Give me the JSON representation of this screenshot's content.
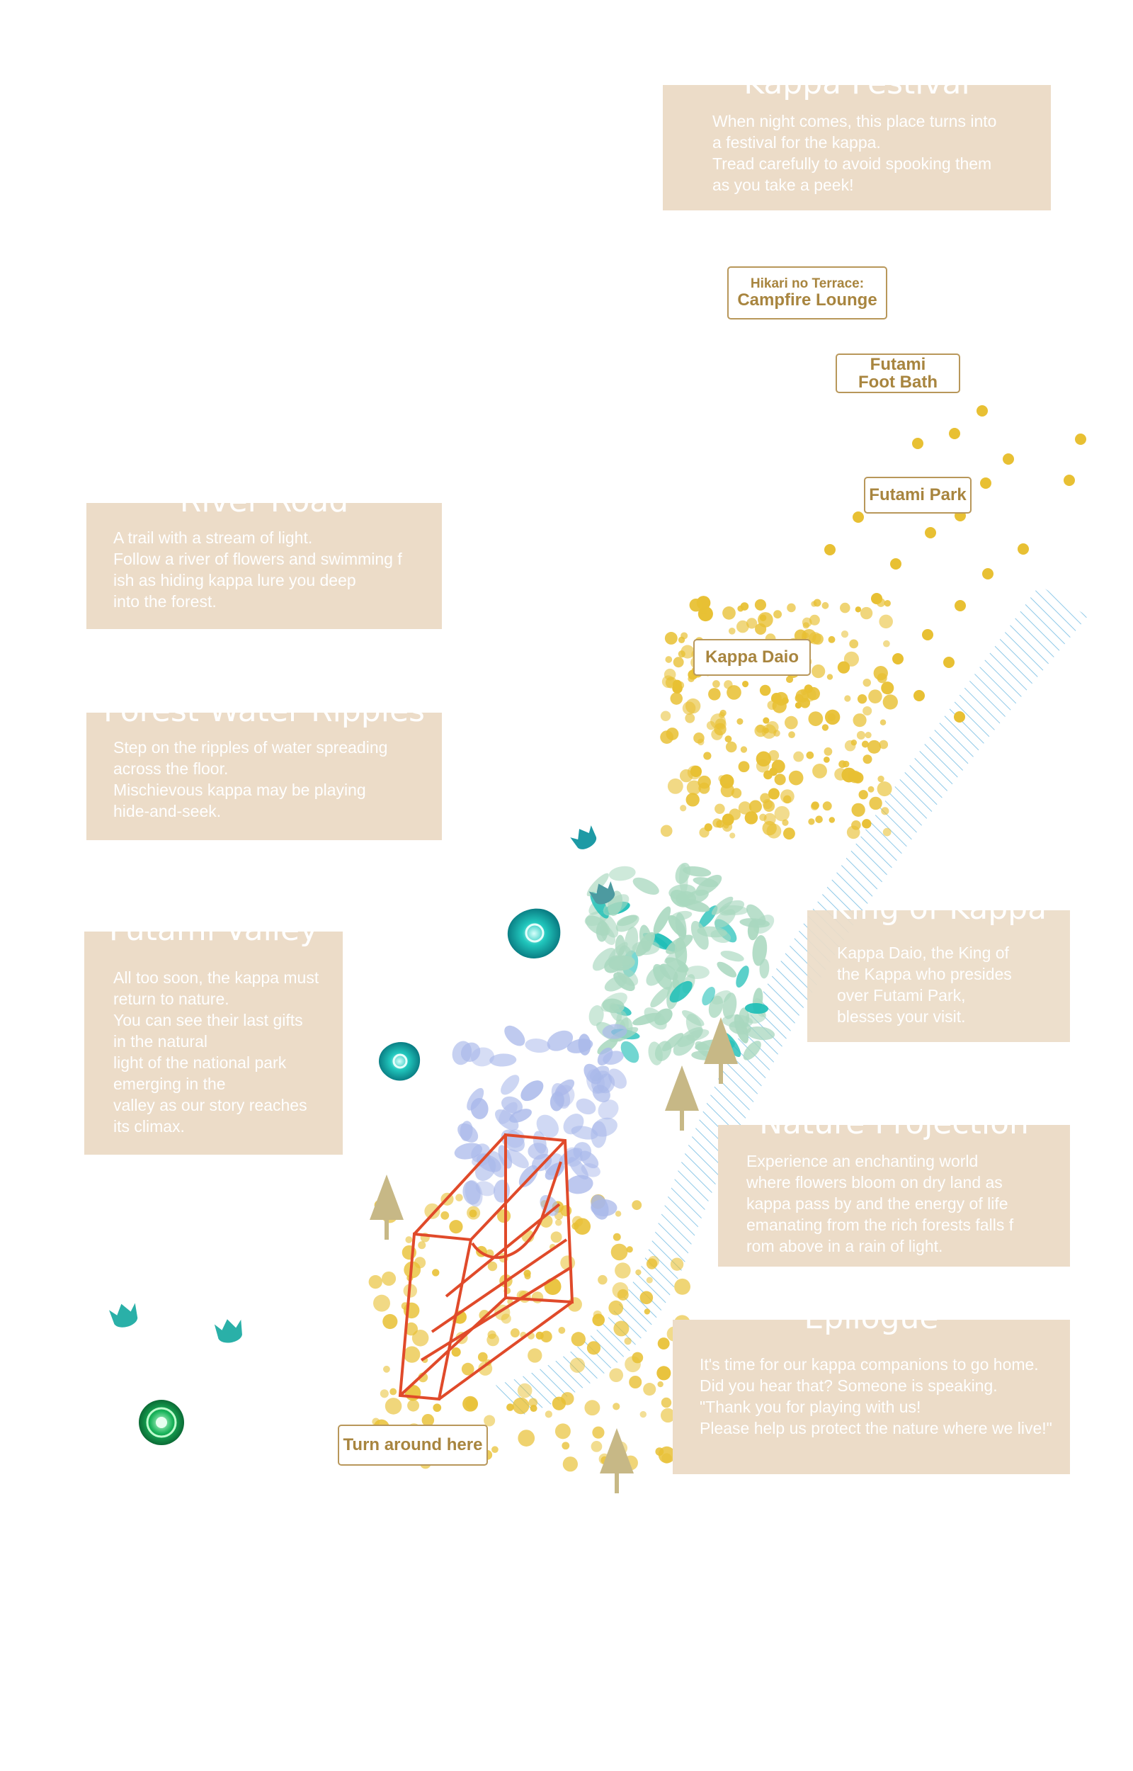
{
  "cards": {
    "kappa_festival": {
      "title": "Kappa Festival",
      "body": "When night comes, this place turns into\na festival for the kappa.\nTread carefully to avoid spooking them\nas you take a peek!"
    },
    "river_road": {
      "title": "River Road",
      "body": "A trail with a stream of light.\nFollow a river of flowers and swimming f\nish as hiding kappa lure you deep\ninto the forest."
    },
    "forest_water_ripples": {
      "title": "Forest Water Ripples",
      "body": "Step on the ripples of water spreading\nacross the floor.\nMischievous kappa may be playing\nhide-and-seek."
    },
    "futami_valley": {
      "title": "Futami Valley",
      "body": "All too soon, the kappa must\nreturn to nature.\nYou can see their last gifts\nin the natural\nlight of the national park\nemerging in the\nvalley as our story reaches\nits climax."
    },
    "king_of_kappa": {
      "title": "King of Kappa",
      "body": "Kappa Daio, the King of\nthe Kappa who presides\nover Futami Park,\nblesses your visit."
    },
    "nature_projection": {
      "title": "Nature Projection",
      "body": "Experience an enchanting world\nwhere flowers bloom on dry land as\nkappa pass by and the energy of life\nemanating from the rich forests falls f\nrom above in a rain of light."
    },
    "epilogue": {
      "title": "Epilogue",
      "body": "It's time for our kappa companions to go home.\nDid you hear that? Someone is speaking.\n\"Thank you for playing with us!\nPlease help us protect the nature where we live!\""
    }
  },
  "labels": {
    "campfire_sub": "Hikari no Terrace:",
    "campfire_main": "Campfire Lounge",
    "foot_bath_line1": "Futami",
    "foot_bath_line2": "Foot Bath",
    "futami_park": "Futami Park",
    "kappa_daio": "Kappa Daio",
    "turn_around": "Turn around here"
  },
  "icons": {
    "tree": "tree-icon",
    "footprint": "kappa-footprint-icon",
    "teal_ring": "teal-ring-icon",
    "green_flower": "green-flower-icon",
    "torii": "torii-gate-icon"
  },
  "colors": {
    "card_bg": "#ecdcc8",
    "label_border": "#b8975a",
    "label_text": "#a8853f",
    "dot_yellow": "#e8c033",
    "river_blue": "#8fc9e8",
    "tree": "#c7b886",
    "gate_red": "#e04a2a",
    "leaf_green": "#a9d8bf",
    "petal_blue": "#a9b8ea",
    "teal": "#1fbfb7"
  }
}
